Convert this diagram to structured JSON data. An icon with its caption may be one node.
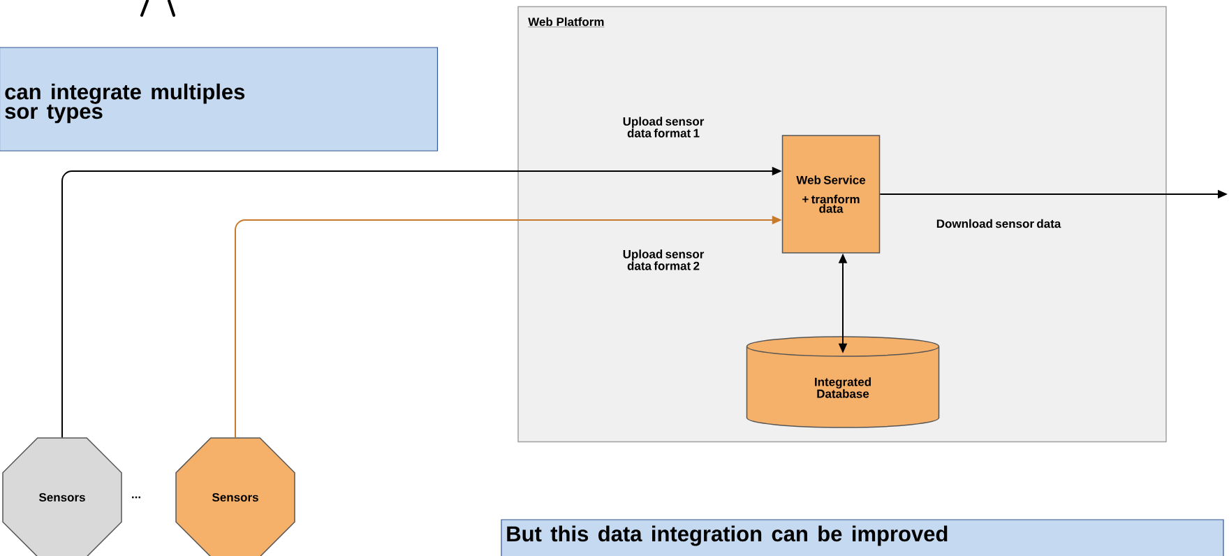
{
  "diagram": {
    "nodes": [
      {
        "text": [
          "Web Platform"
        ]
      },
      {
        "text": [
          "Web Service",
          "+ tranform data"
        ],
        "in": 0
      },
      {
        "text": [
          "Integrated Database"
        ],
        "in": 0
      },
      {
        "text": [
          "Sensors"
        ]
      },
      {
        "text": [
          "Sensors"
        ]
      },
      {
        "text": [
          "can integrate multiples sor types"
        ]
      },
      {
        "text": [
          "But this data integration can be improved"
        ]
      }
    ],
    "edges": [
      {
        "from": 3,
        "to": 1,
        "arrow": "to",
        "label": "Upload sensor data format 1"
      },
      {
        "from": 4,
        "to": 1,
        "arrow": "to",
        "label": "Upload sensor data format 2",
        "color": "#c87a2c"
      },
      {
        "from": 1,
        "to": null,
        "arrow": "to",
        "label": "Download sensor data"
      },
      {
        "from": 1,
        "to": 2,
        "arrow": "both"
      }
    ],
    "labels": [
      "..."
    ]
  }
}
